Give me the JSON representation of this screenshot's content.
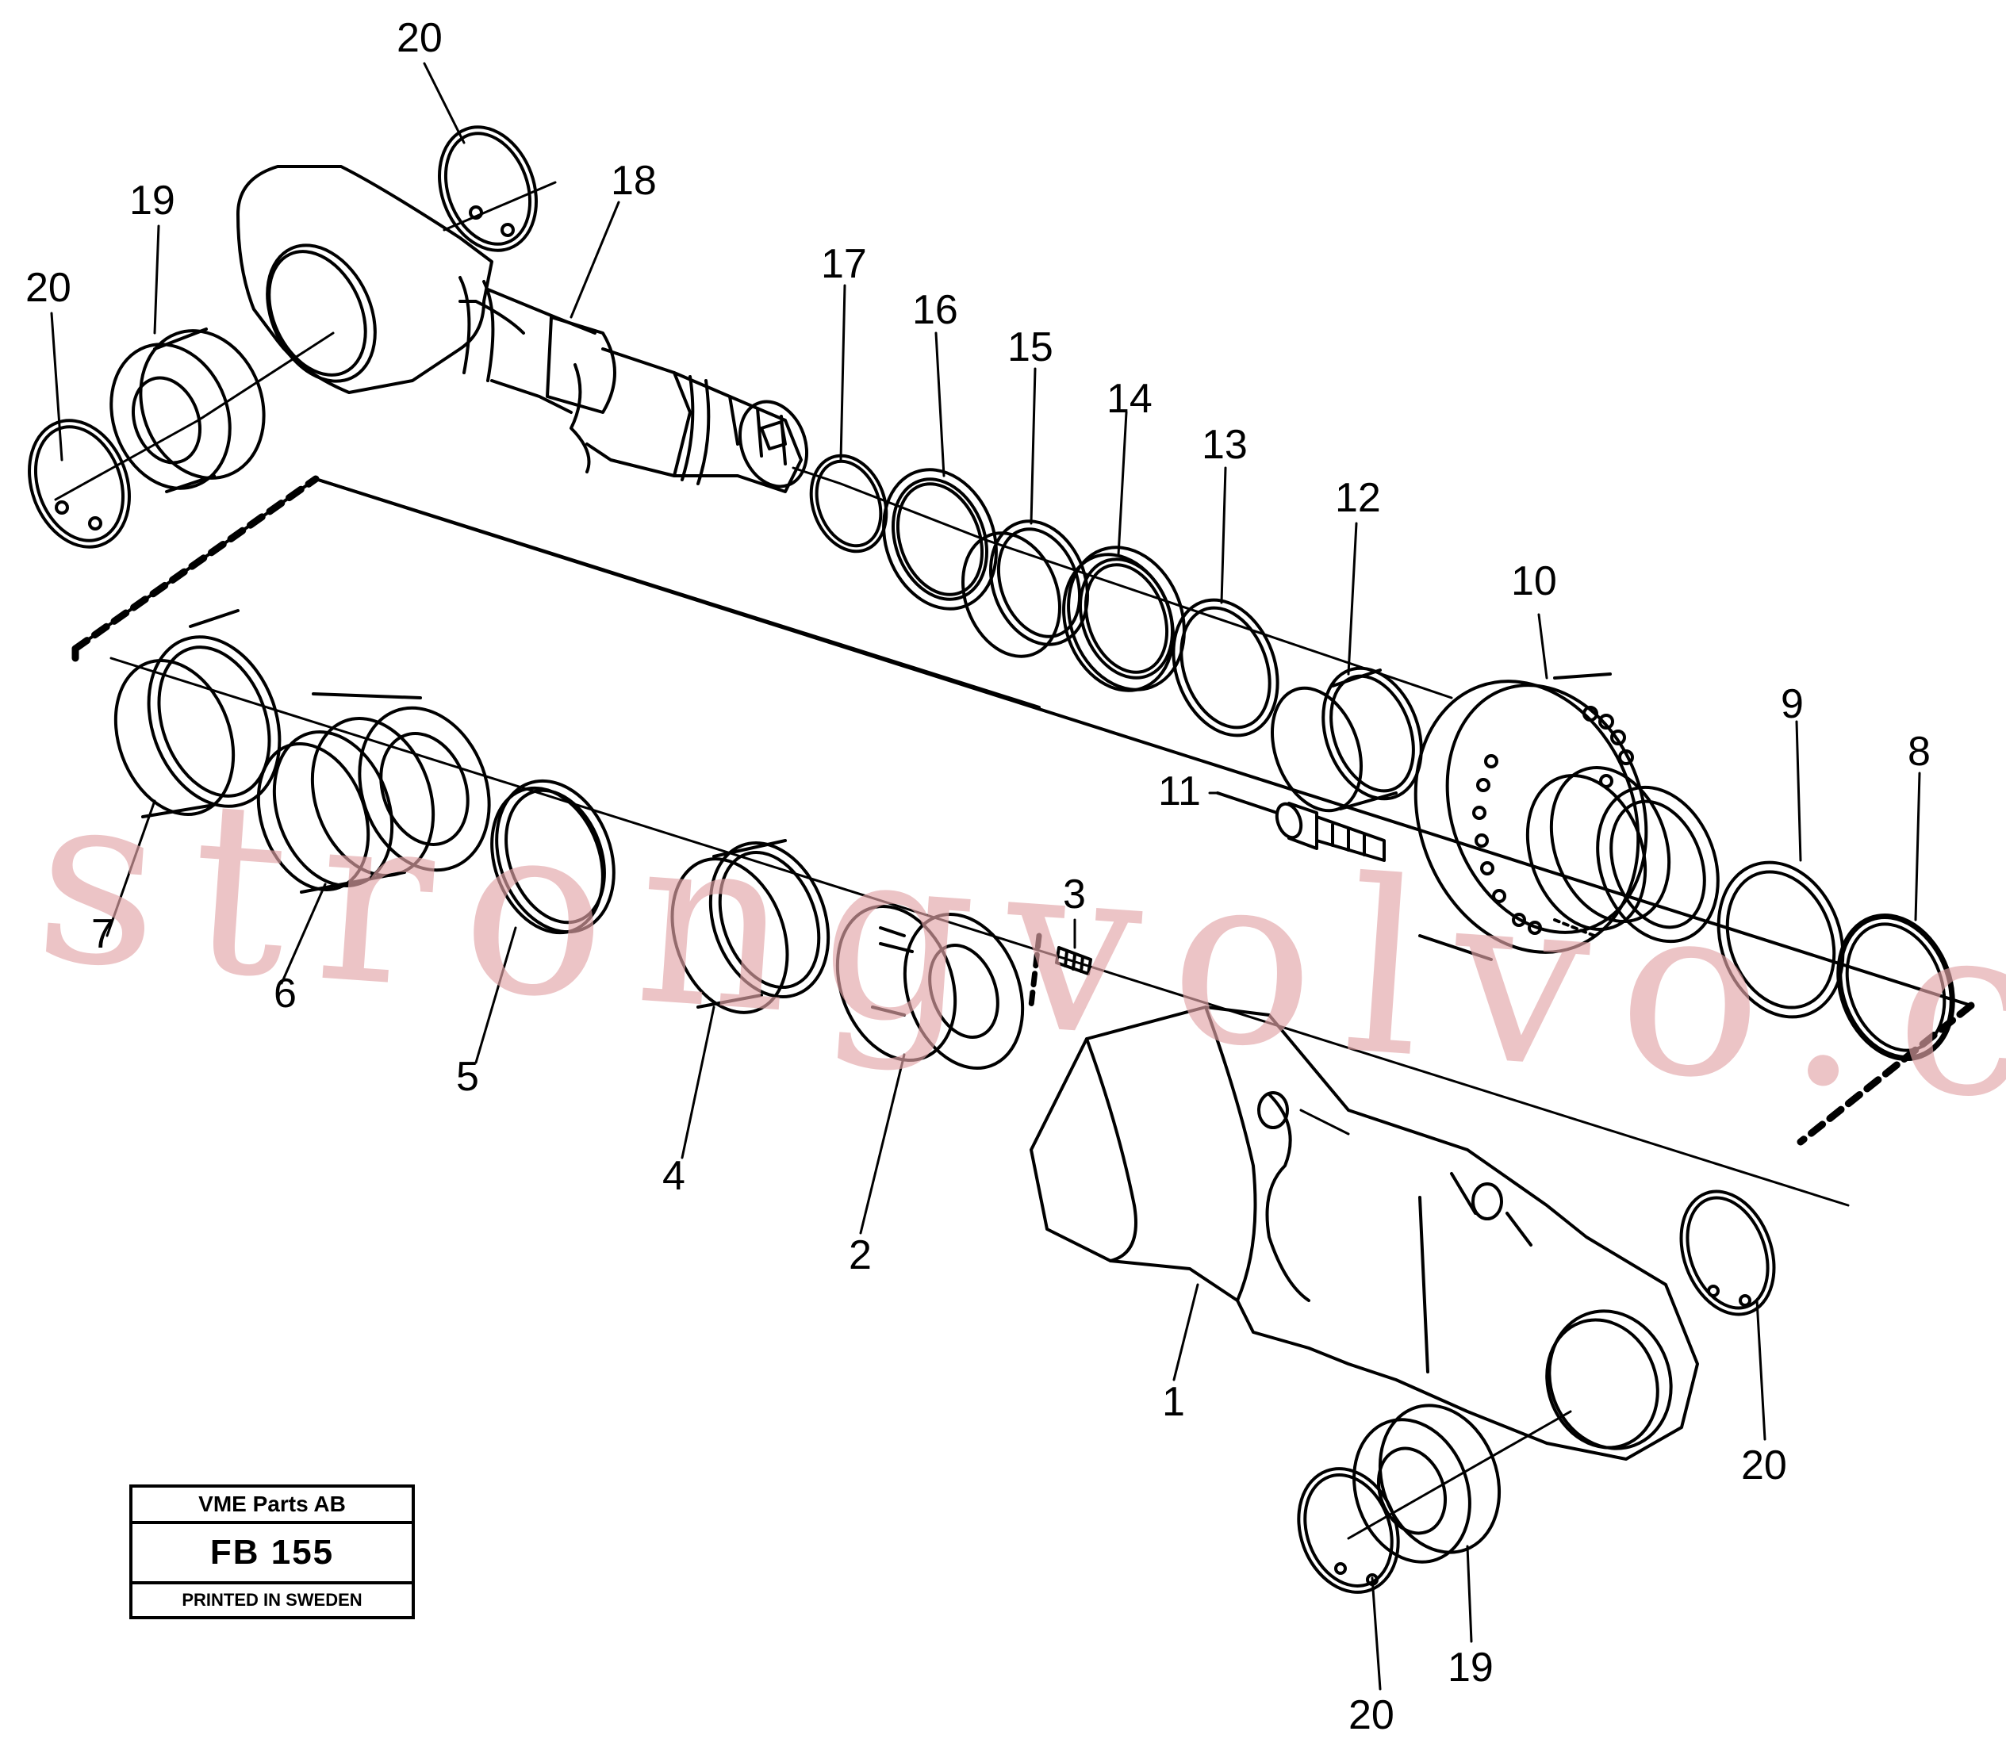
{
  "watermark": "strongvolvo.com",
  "title_block": {
    "company": "VME Parts AB",
    "code": "FB 155",
    "printed": "PRINTED IN SWEDEN"
  },
  "callouts": {
    "c1": "1",
    "c2": "2",
    "c3": "3",
    "c4": "4",
    "c5": "5",
    "c6": "6",
    "c7": "7",
    "c8": "8",
    "c9": "9",
    "c10": "10",
    "c11": "11",
    "c12": "12",
    "c13": "13",
    "c14": "14",
    "c15": "15",
    "c16": "16",
    "c17": "17",
    "c18": "18",
    "c19a": "19",
    "c19b": "19",
    "c20a": "20",
    "c20b": "20",
    "c20c": "20",
    "c20d": "20"
  }
}
